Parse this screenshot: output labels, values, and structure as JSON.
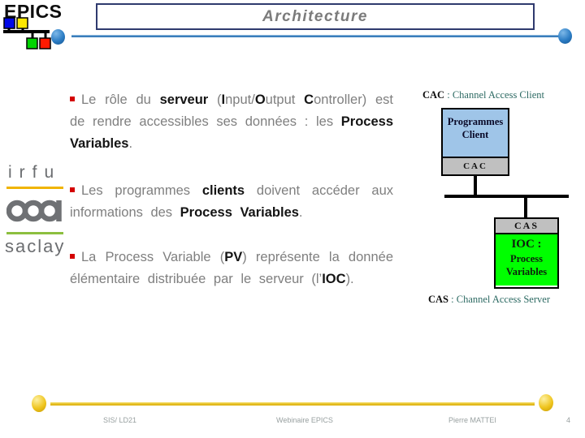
{
  "slide": {
    "title": "Architecture"
  },
  "logos": {
    "epics_wordmark": "EPICS",
    "irfu": "irfu",
    "saclay": "saclay"
  },
  "bullets": [
    {
      "segments": [
        {
          "text": "Le rôle du ",
          "style": "gray"
        },
        {
          "text": "serveur",
          "style": "black"
        },
        {
          "text": " (",
          "style": "gray"
        },
        {
          "text": "I",
          "style": "black"
        },
        {
          "text": "nput/",
          "style": "gray"
        },
        {
          "text": "O",
          "style": "black"
        },
        {
          "text": "utput ",
          "style": "gray"
        },
        {
          "text": "C",
          "style": "black"
        },
        {
          "text": "ontroller) est de rendre accessibles ses données : les ",
          "style": "gray"
        },
        {
          "text": "Process Variables",
          "style": "black"
        },
        {
          "text": ".",
          "style": "gray"
        }
      ]
    },
    {
      "segments": [
        {
          "text": "Les programmes ",
          "style": "gray"
        },
        {
          "text": "clients",
          "style": "black"
        },
        {
          "text": " doivent accéder aux informations des ",
          "style": "gray"
        },
        {
          "text": "Process Variables",
          "style": "black"
        },
        {
          "text": ".",
          "style": "gray"
        }
      ]
    },
    {
      "segments": [
        {
          "text": "La Process Variable (",
          "style": "gray"
        },
        {
          "text": "PV",
          "style": "black"
        },
        {
          "text": ") représente la donnée élémentaire distribuée par le serveur (l’",
          "style": "gray"
        },
        {
          "text": "IOC",
          "style": "black"
        },
        {
          "text": ").",
          "style": "gray"
        }
      ]
    }
  ],
  "diagram": {
    "cac_label": {
      "term": "CAC",
      "rest": " : Channel Access Client"
    },
    "client_box": {
      "title": "Programmes Client",
      "strip": "CAC"
    },
    "cas_box": {
      "strip": "CAS",
      "line1": "IOC :",
      "line2": "Process",
      "line3": "Variables"
    },
    "cas_label": {
      "term": "CAS",
      "rest": " : Channel Access Server"
    }
  },
  "footer": {
    "left": "SIS/ LD21",
    "center": "Webinaire EPICS",
    "author": "Pierre MATTEI",
    "page": "4"
  },
  "colors": {
    "accent_blue": "#2e75b6",
    "client_box_fill": "#9fc5e8",
    "strip_gray": "#c0c0c0",
    "ioc_green": "#00ff00",
    "bullet_red": "#d40000",
    "definition_teal": "#2d6a63",
    "footer_gold": "#e0b516",
    "irfu_gold_rule": "#f0b400",
    "saclay_green_rule": "#8cbf3f"
  }
}
